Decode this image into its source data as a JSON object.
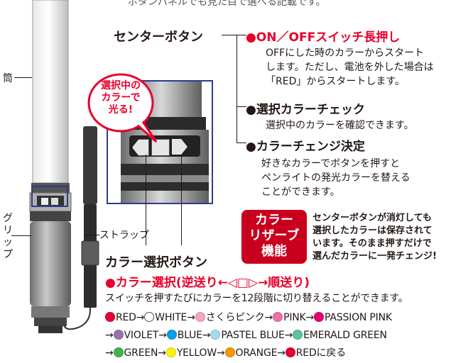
{
  "top_partial": "ボタンパネルでも見た目で選べる記載です。",
  "labels": {
    "tube": "筒",
    "grip": "グリップ",
    "strap": "ストラップ",
    "center_button": "センターボタン",
    "color_select_button": "カラー選択ボタン"
  },
  "bubble": "選択中のカラーで光る!",
  "features": [
    {
      "title": "●ON／OFFスイッチ長押し",
      "desc": [
        "OFFにした時のカラーからスタート",
        "します。ただし、電池を外した場合は",
        "「RED」からスタートします。"
      ]
    },
    {
      "title": "●選択カラーチェック",
      "desc": [
        "選択中のカラーを確認できます。"
      ]
    },
    {
      "title": "●カラーチェンジ決定",
      "desc": [
        "好きなカラーでボタンを押すと",
        "ペンライトの発光カラーを替える",
        "ことができます。"
      ]
    }
  ],
  "reserve": {
    "badge": [
      "カラー",
      "リザーブ",
      "機能"
    ],
    "text": [
      "センターボタンが消灯しても",
      "選択したカラーは保存されて",
      "います。そのまま押すだけで",
      "選んだカラーに一発チェンジ!"
    ]
  },
  "color_select": {
    "title": "●カラー選択(逆送り←◁□▷→順送り)",
    "desc": "スイッチを押すたびにカラーを12段階に切り替えることができます。"
  },
  "sequence": [
    {
      "label": "RED",
      "color": "#e60033"
    },
    {
      "label": "WHITE",
      "color": "#ffffff"
    },
    {
      "label": "さくらピンク",
      "color": "#f4a7c0"
    },
    {
      "label": "PINK",
      "color": "#ee6fa5"
    },
    {
      "label": "PASSION PINK",
      "color": "#e6006e"
    },
    {
      "label": "VIOLET",
      "color": "#9b72b0"
    },
    {
      "label": "BLUE",
      "color": "#00a0e9"
    },
    {
      "label": "PASTEL BLUE",
      "color": "#a7d8f0"
    },
    {
      "label": "EMERALD GREEN",
      "color": "#5fc3a0"
    },
    {
      "label": "GREEN",
      "color": "#3fb449"
    },
    {
      "label": "YELLOW",
      "color": "#fff100"
    },
    {
      "label": "ORANGE",
      "color": "#f39800"
    },
    {
      "label": "REDに戻る",
      "color": "#e60033"
    }
  ],
  "arrow": "→"
}
